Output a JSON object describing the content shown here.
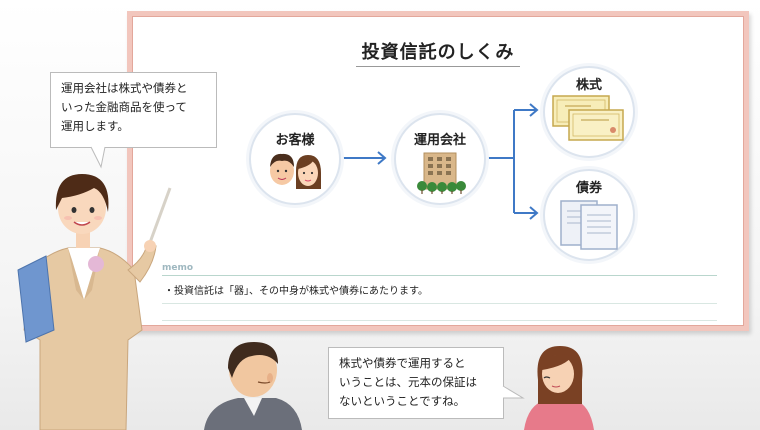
{
  "diagram": {
    "title": "投資信託のしくみ",
    "nodes": {
      "customer": "お客様",
      "company": "運用会社",
      "stocks": "株式",
      "bonds": "債券"
    },
    "memo": {
      "label": "memo",
      "text": "・投資信託は「器」、その中身が株式や債券にあたります。"
    }
  },
  "bubbles": {
    "presenter": [
      "運用会社は株式や債券と",
      "いった金融商品を使って",
      "運用します。"
    ],
    "customer": [
      "株式や債券で運用すると",
      "いうことは、元本の保証は",
      "ないということですね。"
    ]
  }
}
